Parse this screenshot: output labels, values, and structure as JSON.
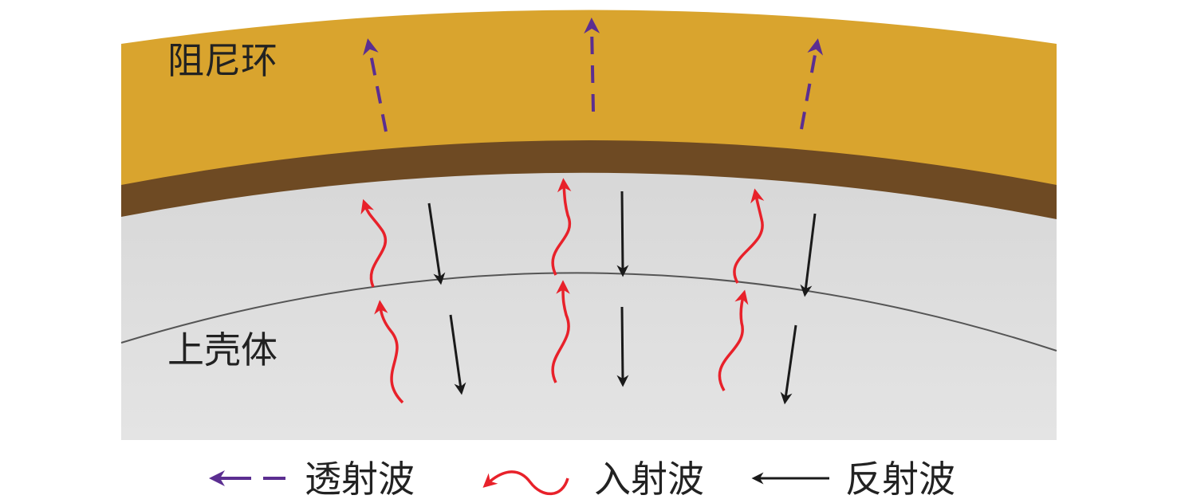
{
  "labels": {
    "damping_ring": "阻尼环",
    "upper_shell": "上壳体"
  },
  "legend": [
    {
      "label": "透射波",
      "color": "#5b2e91"
    },
    {
      "label": "入射波",
      "color": "#e8212a"
    },
    {
      "label": "反射波",
      "color": "#1a1a1a"
    }
  ],
  "colors": {
    "ring": "#d9a42e",
    "ring_edge": "#6e4a23",
    "shell": "#dcdcdc"
  }
}
